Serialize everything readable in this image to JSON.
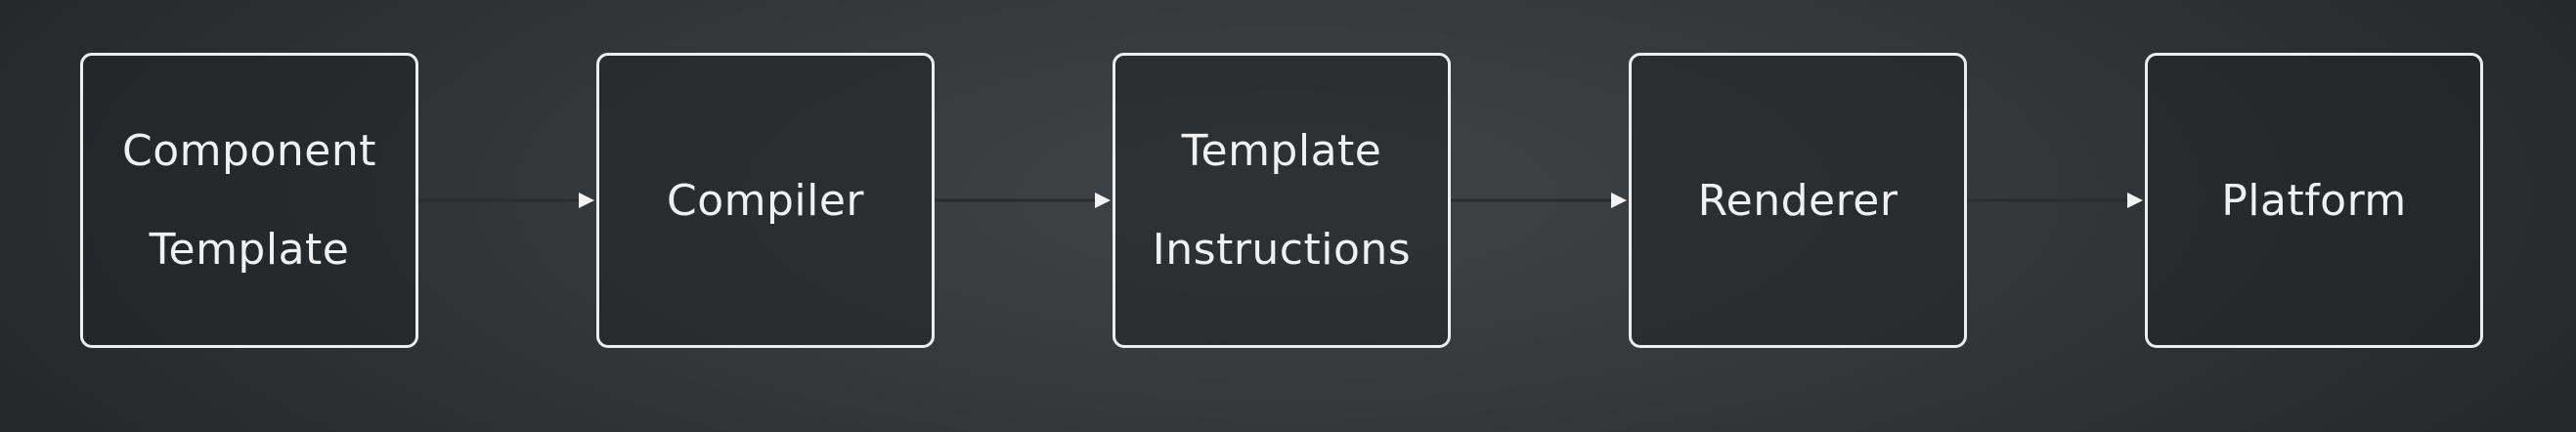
{
  "diagram": {
    "nodes": [
      {
        "id": "component-template",
        "label": "Component\nTemplate"
      },
      {
        "id": "compiler",
        "label": "Compiler"
      },
      {
        "id": "template-instructions",
        "label": "Template\nInstructions"
      },
      {
        "id": "renderer",
        "label": "Renderer"
      },
      {
        "id": "platform",
        "label": "Platform"
      }
    ],
    "edges": [
      {
        "from": "component-template",
        "to": "compiler"
      },
      {
        "from": "compiler",
        "to": "template-instructions"
      },
      {
        "from": "template-instructions",
        "to": "renderer"
      },
      {
        "from": "renderer",
        "to": "platform"
      }
    ],
    "colors": {
      "node_border": "#ededed",
      "node_text": "#f0f0f0",
      "edge_line": "#2a2c2e",
      "arrowhead": "#f2f2f2"
    }
  }
}
